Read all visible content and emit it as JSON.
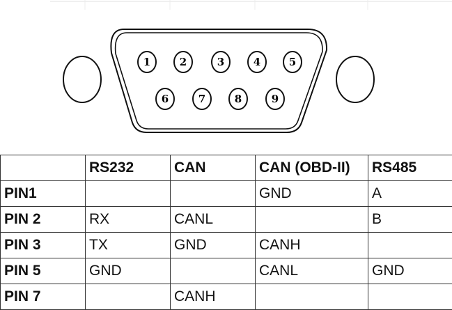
{
  "connector": {
    "pins_top": [
      "1",
      "2",
      "3",
      "4",
      "5"
    ],
    "pins_bottom": [
      "6",
      "7",
      "8",
      "9"
    ]
  },
  "table": {
    "headers": [
      "",
      "RS232",
      "CAN",
      "CAN (OBD-II)",
      "RS485"
    ],
    "rows": [
      [
        "PIN1",
        "",
        "",
        "GND",
        "A"
      ],
      [
        "PIN 2",
        "RX",
        "CANL",
        "",
        "B"
      ],
      [
        "PIN 3",
        "TX",
        "GND",
        "CANH",
        ""
      ],
      [
        "PIN 5",
        "GND",
        "",
        "CANL",
        "GND"
      ],
      [
        "PIN 7",
        "",
        "CANH",
        "",
        ""
      ]
    ]
  }
}
